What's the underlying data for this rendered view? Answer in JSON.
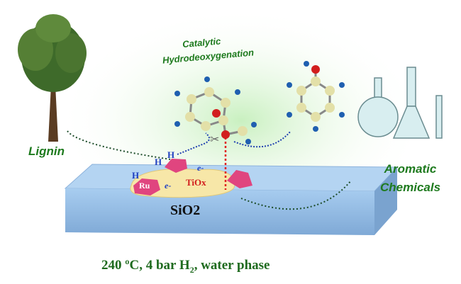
{
  "title_process": [
    "Catalytic",
    "Hydrodeoxygenation"
  ],
  "source_label": "Lignin",
  "product_label": [
    "Aromatic",
    "Chemicals"
  ],
  "support_label": "SiO2",
  "metal_label": "Ru",
  "promoter_label": "TiOx",
  "hydrogen_label": "H",
  "electron_label": "e-",
  "conditions": {
    "temp": "240 ºC, 4 bar H",
    "sub": "2",
    "rest": ", water phase"
  },
  "colors": {
    "green_text": "#1e7a1e",
    "slab": "#9dc3e8",
    "ru": "#e0457f",
    "tiox": "#f7e7a8",
    "carbon": "#e3e0a8",
    "hydrogen": "#1f5fb0",
    "oxygen": "#d21e1e"
  }
}
